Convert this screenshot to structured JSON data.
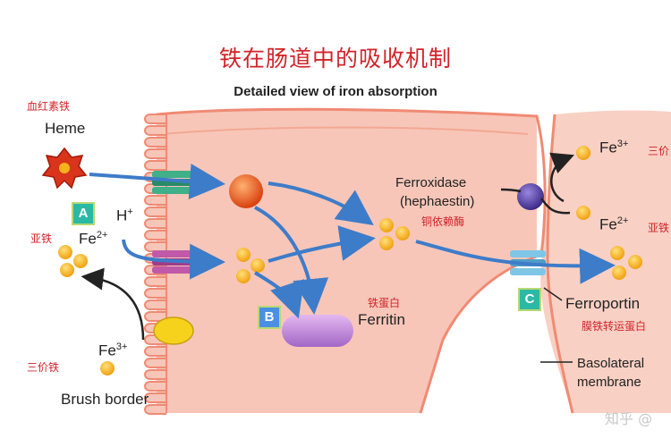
{
  "title_cn": "铁在肠道中的吸收机制",
  "title_en": "Detailed view of iron absorption",
  "labels": {
    "heme_cn": "血红素铁",
    "heme": "Heme",
    "ferrous_cn": "亚铁",
    "fe2_base": "Fe",
    "fe2_charge": "2+",
    "h_base": "H",
    "h_charge": "+",
    "ferric_cn": "三价铁",
    "fe3_base": "Fe",
    "fe3_charge": "3+",
    "brush_border": "Brush border",
    "ferritin_cn": "铁蛋白",
    "ferritin": "Ferritin",
    "ferroxidase": "Ferroxidase",
    "hephaestin": "(hephaestin)",
    "hephaestin_cn": "铜依赖酶",
    "fe3_right_base": "Fe",
    "fe3_right_charge": "3+",
    "fe3_right_cn": "三价",
    "fe2_right_base": "Fe",
    "fe2_right_charge": "2+",
    "fe2_right_cn": "亚铁",
    "ferroportin": "Ferroportin",
    "ferroportin_cn": "膜铁转运蛋白",
    "basolateral_1": "Basolateral",
    "basolateral_2": "membrane",
    "watermark": "知乎 @"
  },
  "boxes": {
    "a": "A",
    "b": "B",
    "c": "C"
  },
  "colors": {
    "cell": "#f7c6b8",
    "cell_inner": "#f9d2c5",
    "membrane": "#f08a74",
    "arrow": "#3d7cc9",
    "iron": "#f6b21d",
    "box_fill": "#2bb9a6",
    "title_red": "#d2232a"
  }
}
